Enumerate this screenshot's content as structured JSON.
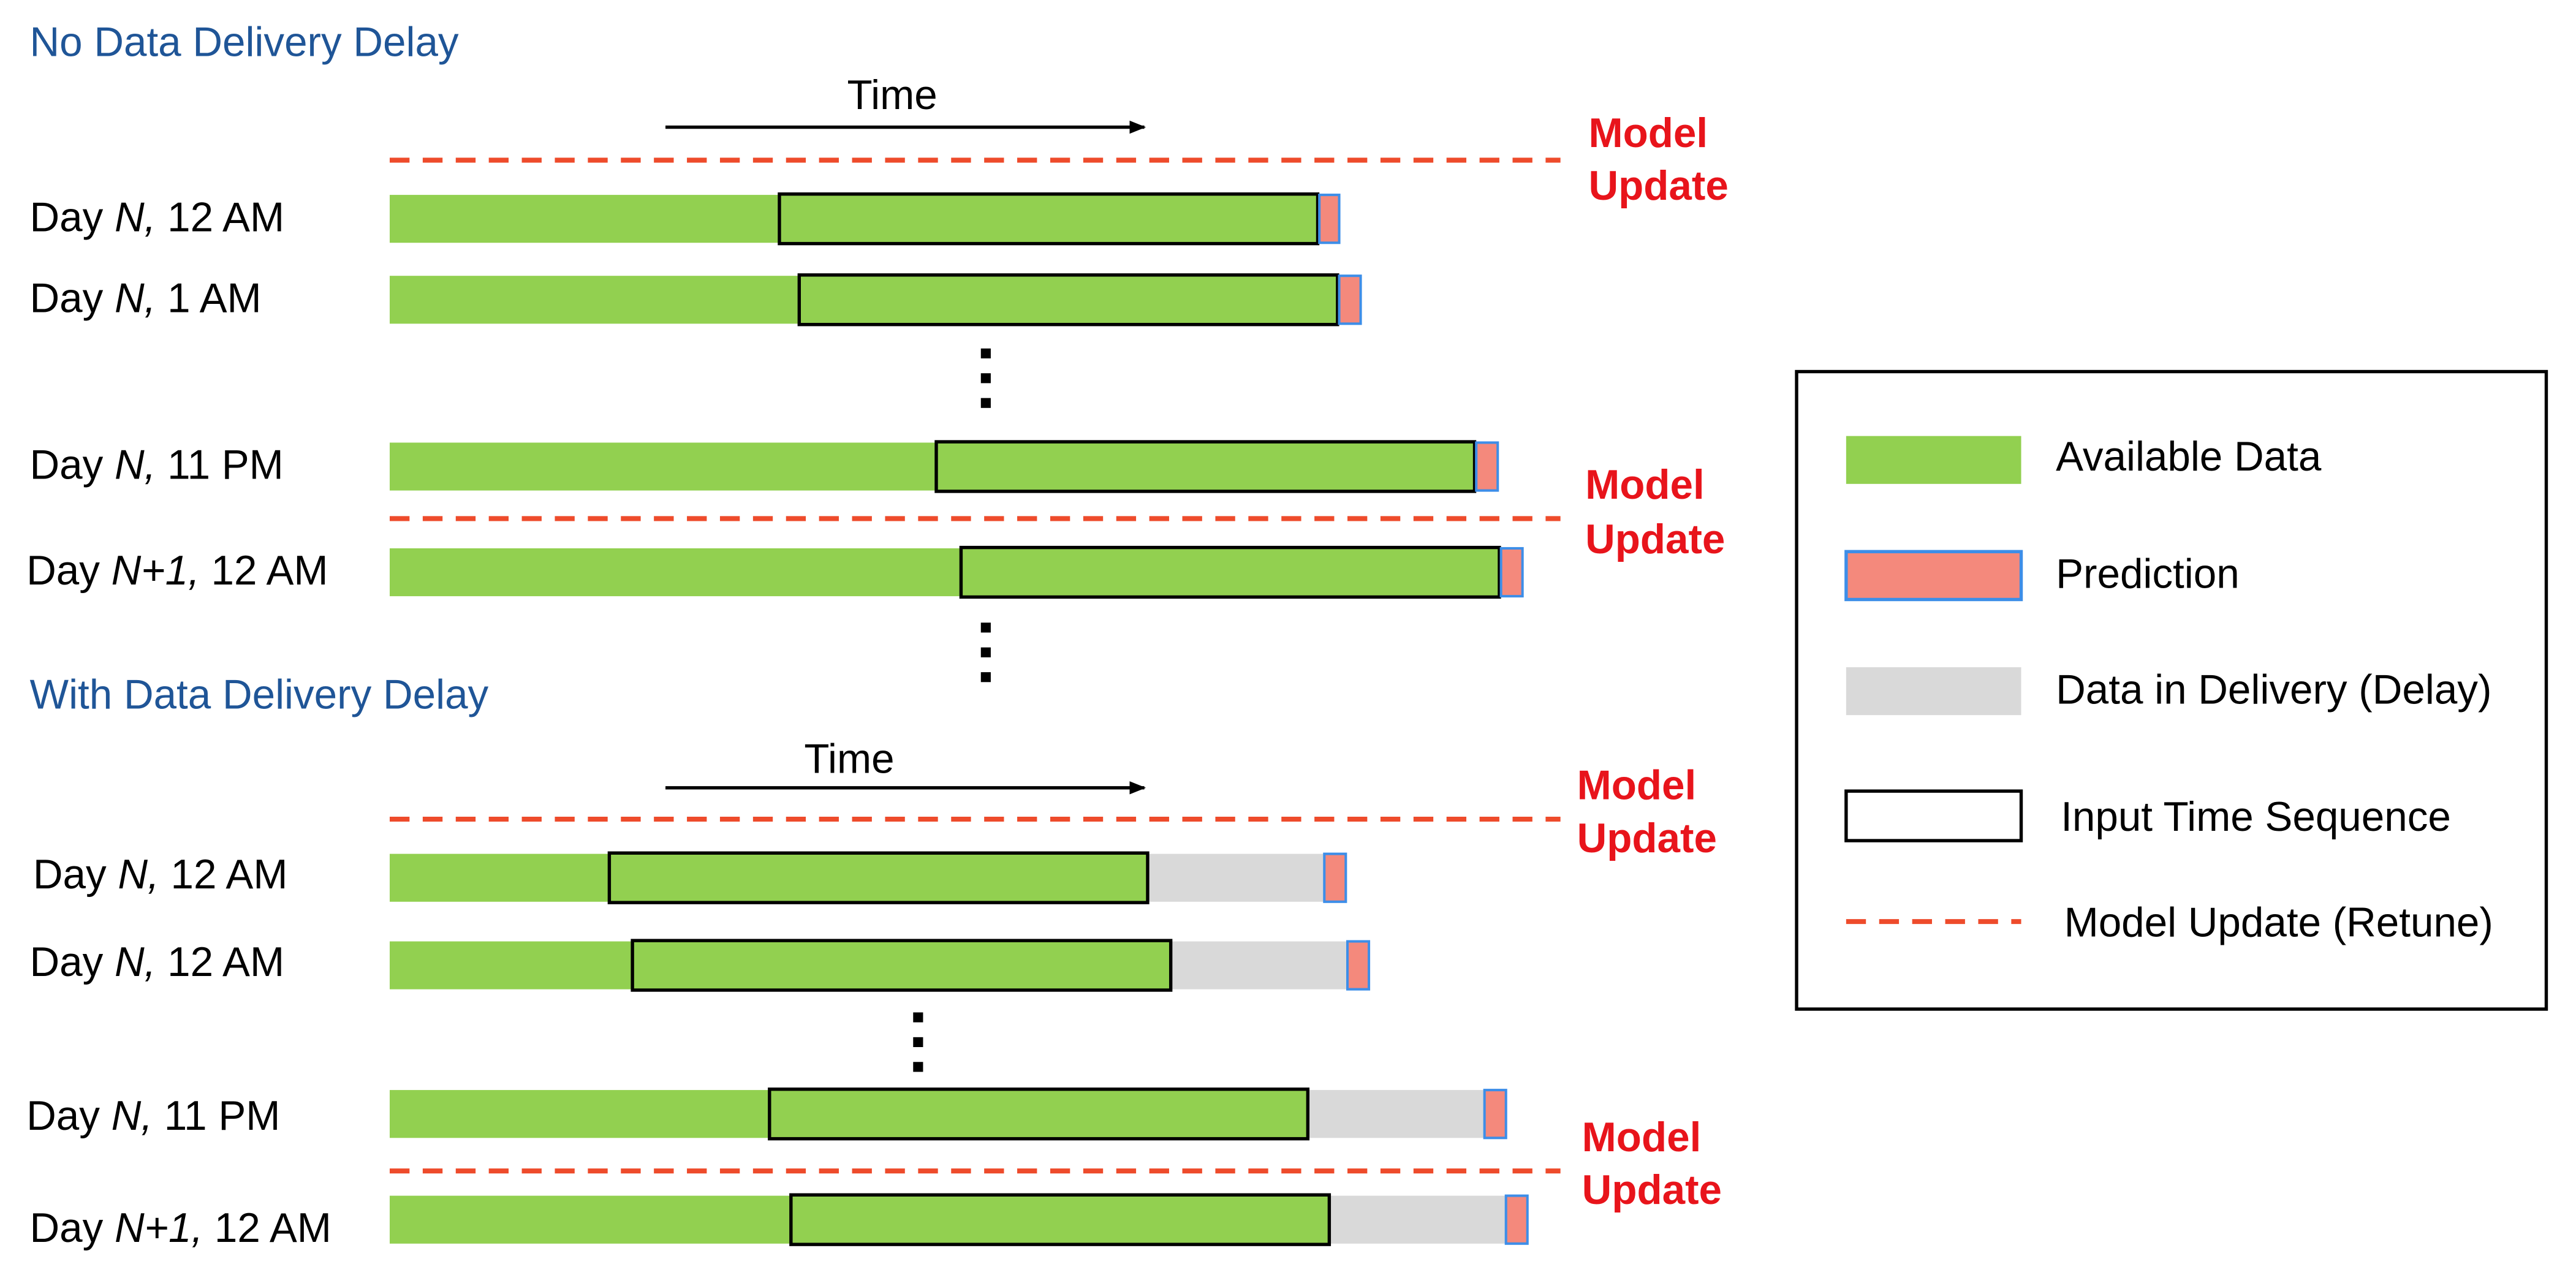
{
  "colors": {
    "available": "#92d050",
    "prediction": "#f4897c",
    "prediction_border": "#3d8ee8",
    "delay": "#d9d9d9",
    "input_border": "#000000",
    "update_line": "#ee4b2b",
    "update_text": "#e8141b",
    "section_title": "#1f5597",
    "text": "#000000"
  },
  "sections": [
    {
      "title": "No Data Delivery Delay",
      "axis_label": "Time",
      "rows": [
        {
          "day_prefix": "Day ",
          "day_var": "N,",
          "time": " 12 AM"
        },
        {
          "day_prefix": "Day ",
          "day_var": "N,",
          "time": " 1 AM"
        },
        {
          "day_prefix": "Day ",
          "day_var": "N,",
          "time": " 11 PM"
        },
        {
          "day_prefix": "Day ",
          "day_var": "N+1,",
          "time": " 12 AM"
        }
      ],
      "model_updates": [
        {
          "line1": "Model",
          "line2": "Update"
        },
        {
          "line1": "Model",
          "line2": "Update"
        }
      ]
    },
    {
      "title": "With Data Delivery Delay",
      "axis_label": "Time",
      "rows": [
        {
          "day_prefix": "Day ",
          "day_var": "N,",
          "time": " 12 AM"
        },
        {
          "day_prefix": "Day ",
          "day_var": "N,",
          "time": " 12 AM"
        },
        {
          "day_prefix": "Day ",
          "day_var": "N,",
          "time": " 11 PM"
        },
        {
          "day_prefix": "Day ",
          "day_var": "N+1,",
          "time": " 12 AM"
        }
      ],
      "model_updates": [
        {
          "line1": "Model",
          "line2": "Update"
        },
        {
          "line1": "Model",
          "line2": "Update"
        }
      ]
    }
  ],
  "legend": {
    "items": [
      {
        "key": "available",
        "label": "Available Data"
      },
      {
        "key": "prediction",
        "label": "Prediction"
      },
      {
        "key": "delay",
        "label": "Data in Delivery (Delay)"
      },
      {
        "key": "input",
        "label": "Input Time Sequence"
      },
      {
        "key": "update",
        "label": "Model Update (Retune)"
      }
    ]
  }
}
